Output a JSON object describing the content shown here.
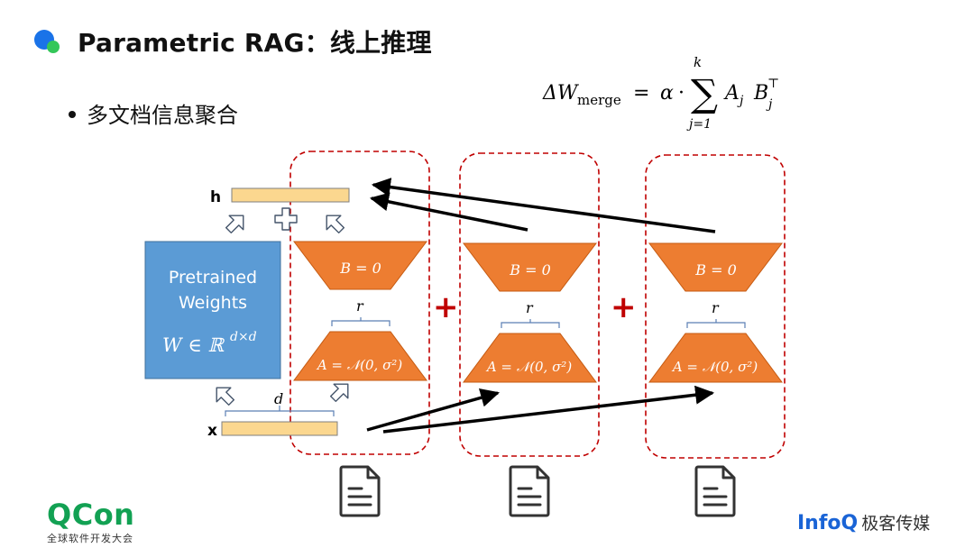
{
  "header": {
    "title": "Parametric RAG：线上推理",
    "dot_blue": "#1a73e8",
    "dot_green": "#34c759"
  },
  "bullet": {
    "text": "多文档信息聚合"
  },
  "formula": {
    "lhs": "ΔW",
    "lhs_sub": "merge",
    "eq": "=",
    "alpha": "α",
    "cdot": "·",
    "sum": "∑",
    "sum_top": "k",
    "sum_bottom": "j=1",
    "A": "A",
    "A_sub": "j",
    "B": "B",
    "B_sub": "j",
    "B_sup": "⊤"
  },
  "diagram": {
    "h_label": "h",
    "x_label": "x",
    "pretrained_line1": "Pretrained",
    "pretrained_line2": "Weights",
    "pretrained_math": "W ∈ ℝ",
    "pretrained_math_sup": "d×d",
    "d_label": "d",
    "r_label": "r",
    "B_text": "B = 0",
    "A_text": "A = 𝒩(0, σ²)",
    "plus_signs": [
      "+",
      "+"
    ],
    "colors": {
      "orange": "#ed7d31",
      "blue_box": "#5b9bd5",
      "bar_fill": "#fbd78f",
      "dashed_red": "#c00000",
      "plus_red": "#c00000",
      "arrow": "#000000"
    }
  },
  "footer": {
    "qcon": "QCon",
    "qcon_sub": "全球软件开发大会",
    "infoq": "InfoQ",
    "infoq_cn": "极客传媒"
  }
}
